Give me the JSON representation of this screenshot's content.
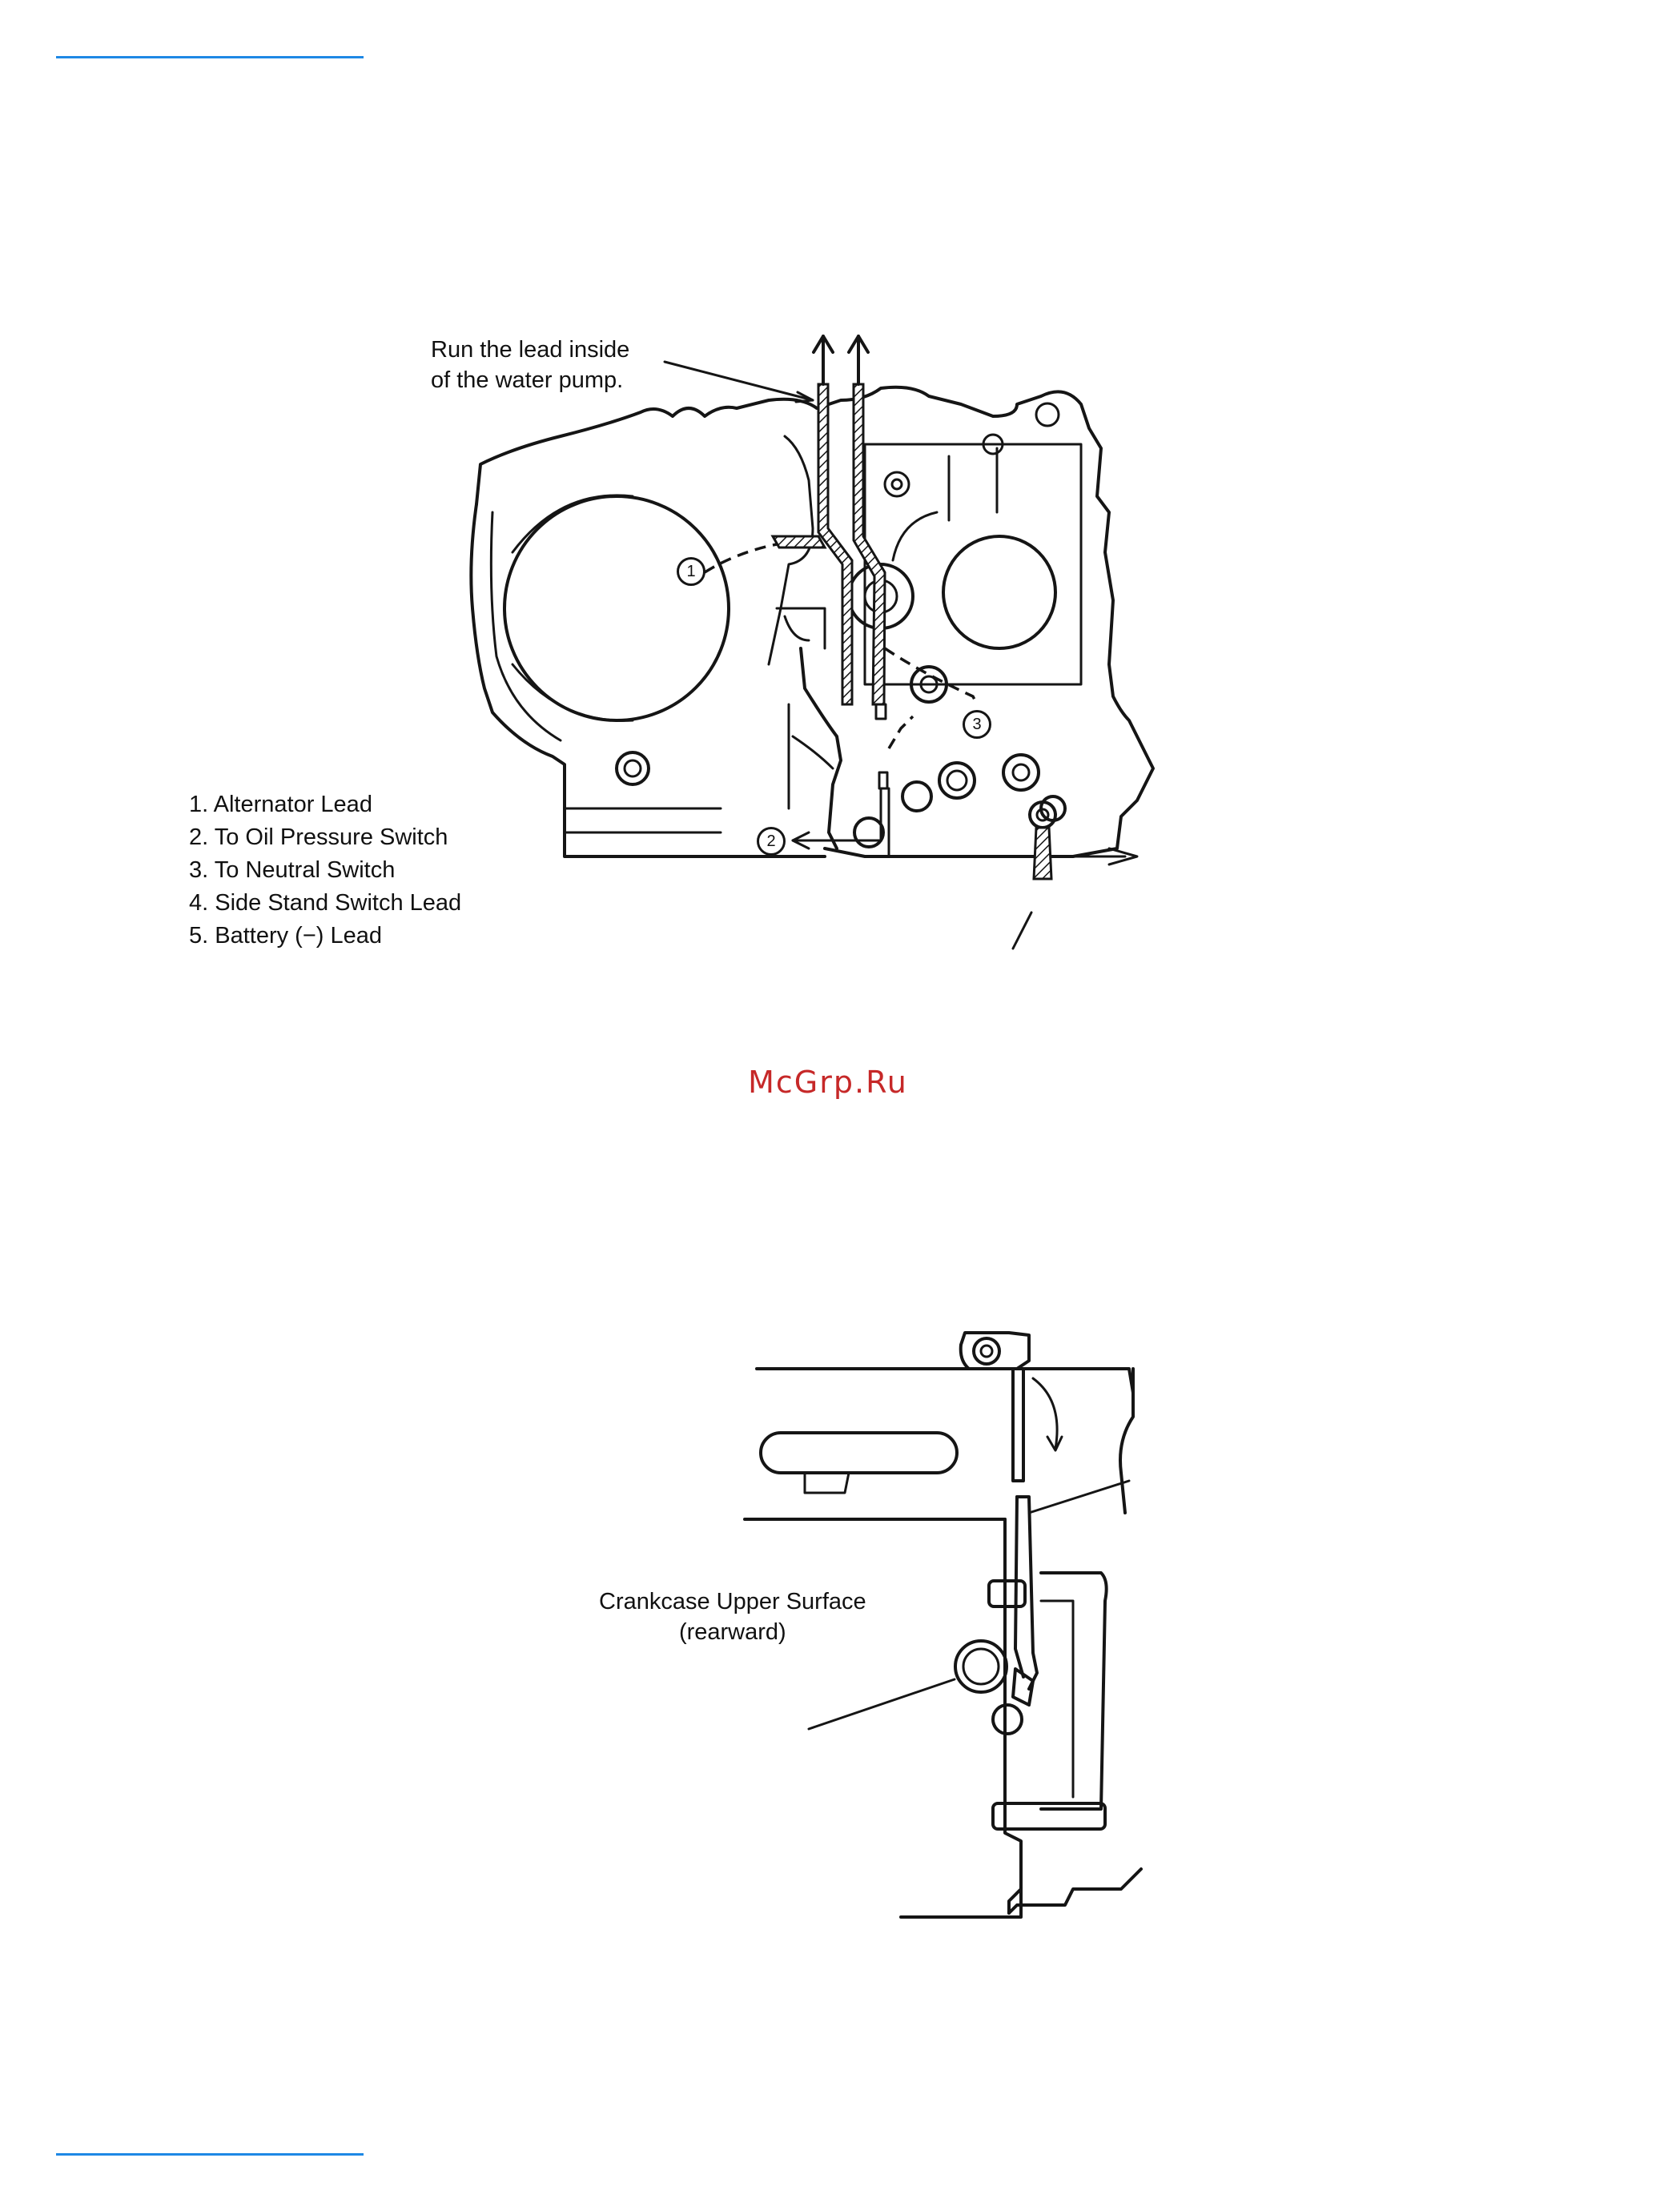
{
  "diagram_top": {
    "callout": "Run the lead inside\nof the water pump.",
    "legend": [
      "1. Alternator Lead",
      "2. To Oil Pressure Switch",
      "3. To Neutral Switch",
      "4. Side Stand Switch Lead",
      "5. Battery (−) Lead"
    ],
    "markers": [
      "1",
      "2",
      "3"
    ]
  },
  "diagram_bottom": {
    "callout": "Crankcase Upper Surface\n(rearward)"
  },
  "watermark": "McGrp.Ru",
  "colors": {
    "rule": "#1e88e5",
    "watermark": "#c62828",
    "ink": "#151515"
  }
}
